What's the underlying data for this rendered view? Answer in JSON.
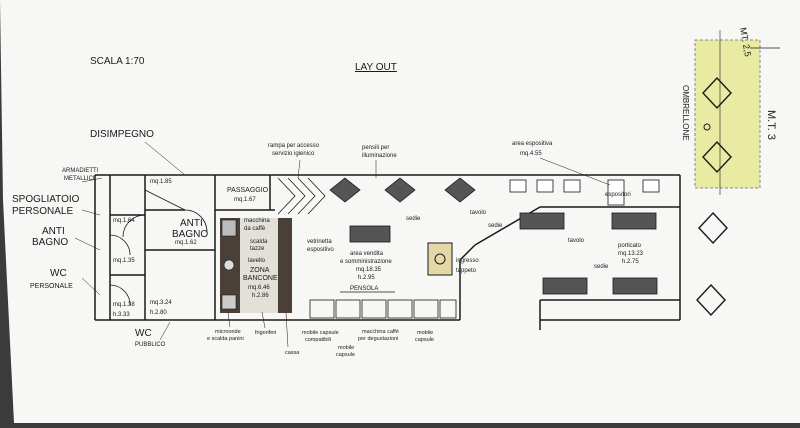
{
  "header": {
    "scale": "SCALA 1:70",
    "title": "LAY OUT"
  },
  "rooms": {
    "disimpegno": "DISIMPEGNO",
    "armadietti_1": "ARMADIETTI",
    "armadietti_2": "METALLICI",
    "spogliatoio_1": "SPOGLIATOIO",
    "spogliatoio_2": "PERSONALE",
    "spogliatoio_area": "mq.1.64",
    "antibagno_left_1": "ANTI",
    "antibagno_left_2": "BAGNO",
    "antibagno_left_area": "mq.1.35",
    "wc_personale_1": "WC",
    "wc_personale_2": "PERSONALE",
    "wc_personale_area": "mq.1.38",
    "wc_personale_h": "h.3.33",
    "disimpegno_area": "mq.1.85",
    "antibagno_center_1": "ANTI",
    "antibagno_center_2": "BAGNO",
    "antibagno_center_area": "mq.1.62",
    "wc_pubblico_1": "WC",
    "wc_pubblico_2": "PUBBLICO",
    "wc_pubblico_area": "mq.3.24",
    "wc_pubblico_h": "h.2.80",
    "passaggio": "PASSAGGIO",
    "passaggio_area": "mq.1.67",
    "zona_1": "ZONA",
    "zona_2": "BANCONE",
    "zona_area": "mq.6.46",
    "zona_h": "h.2.86",
    "vendita_1": "area vendita",
    "vendita_2": "e somministrazione",
    "vendita_area": "mq.18.35",
    "vendita_h": "h.2.95",
    "espositiva_1": "area espositiva",
    "espositiva_area": "mq.4.55",
    "porticato": "porticato",
    "porticato_area": "mq.13.23",
    "porticato_h": "h.2.75",
    "ingresso_1": "ingresso",
    "ingresso_2": "tappeto"
  },
  "labels": {
    "rampa_1": "rampa per accesso",
    "rampa_2": "servizio igienico",
    "pensili_1": "pensili per",
    "pensili_2": "illuminazione",
    "macchina_caffe_1": "macchina",
    "macchina_caffe_2": "da caffè",
    "scalda_1": "scalda",
    "scalda_2": "tazze",
    "lavello": "lavello",
    "vetrinetta_1": "vetrinetta",
    "vetrinetta_2": "espositivo",
    "sedie_1": "sedie",
    "tavolo_1": "tavolo",
    "sedie_2": "sedie",
    "tavolo_2": "tavolo",
    "sedie_3": "sedie",
    "espositori": "espositori",
    "pensola": "PENSOLA",
    "microonde_1": "microonde",
    "microonde_2": "e scalda panini",
    "frigoriferi": "frigoriferi",
    "cassa": "cassa",
    "mobile_capsule_1": "mobile capsule",
    "mobile_capsule_2": "compatibili",
    "mobile_2_1": "mobile",
    "mobile_2_2": "capsule",
    "macchina_deg_1": "macchina caffè",
    "macchina_deg_2": "per degustazioni",
    "mobile_3_1": "mobile",
    "mobile_3_2": "capsule"
  },
  "handwritten": {
    "mt_25": "MT. 2,5",
    "mt_3": "M.T. 3",
    "ombrellone": "OMBRELLONE"
  },
  "colors": {
    "background": "#3b3b3b",
    "paper": "#f7f7f5",
    "ink": "#1a1a1a",
    "highlight": "#e9eba3",
    "counter": "#4a4038",
    "ingresso_fill": "#e4d8a8"
  }
}
